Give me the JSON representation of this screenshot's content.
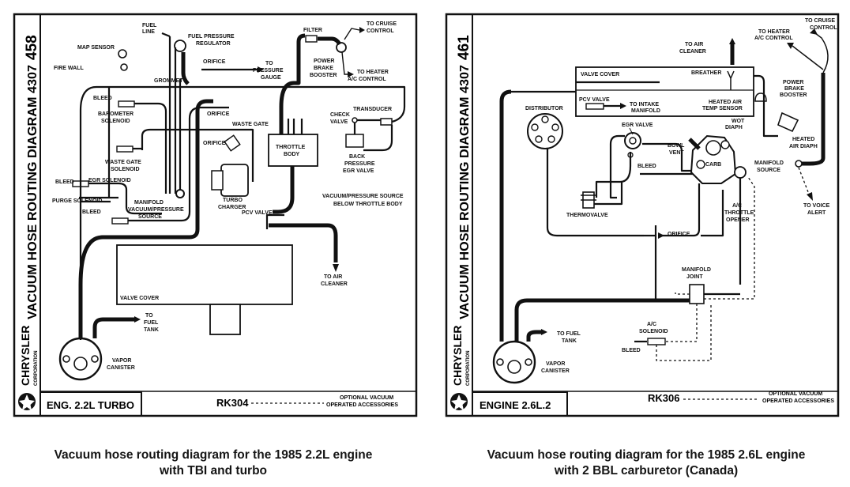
{
  "left": {
    "side_title": "VACUUM HOSE ROUTING DIAGRAM 4307",
    "diagram_number": "458",
    "brand": "CHRYSLER",
    "corporation": "CORPORATION",
    "engine": "ENG. 2.2L TURBO",
    "code": "RK304",
    "legend": [
      "OPTIONAL VACUUM",
      "OPERATED ACCESSORIES"
    ],
    "labels": {
      "map_sensor": "MAP SENSOR",
      "fire_wall": "FIRE WALL",
      "fuel_line_1": "FUEL",
      "fuel_line_2": "LINE",
      "fuel_reg_1": "FUEL PRESSURE",
      "fuel_reg_2": "REGULATOR",
      "filter": "FILTER",
      "to_cruise_1": "TO CRUISE",
      "to_cruise_2": "CONTROL",
      "orifice_top": "ORIFICE",
      "to_gauge_1": "TO",
      "to_gauge_2": "PRESSURE",
      "to_gauge_3": "GAUGE",
      "grommet": "GROMMET",
      "brake_1": "POWER",
      "brake_2": "BRAKE",
      "brake_3": "BOOSTER",
      "heater_1": "TO HEATER",
      "heater_2": "A/C CONTROL",
      "bleed_1": "BLEED",
      "baro_1": "BAROMETER",
      "baro_2": "SOLENOID",
      "orifice_mid": "ORIFICE",
      "check_1": "CHECK",
      "check_2": "VALVE",
      "transducer": "TRANSDUCER",
      "wastegate": "WASTE GATE",
      "orifice_low": "ORIFICE",
      "wg_sol_1": "WASTE GATE",
      "wg_sol_2": "SOLENOID",
      "throttle_1": "THROTTLE",
      "throttle_2": "BODY",
      "bleed_2": "BLEED",
      "egr_sol": "EGR SOLENOID",
      "purge": "PURGE SOLENOID",
      "bleed_3": "BLEED",
      "turbo_1": "TURBO",
      "turbo_2": "CHARGER",
      "backp_1": "BACK",
      "backp_2": "PRESSURE",
      "backp_3": "EGR VALVE",
      "mvs_1": "MANIFOLD",
      "mvs_2": "VACUUM/PRESSURE",
      "mvs_3": "SOURCE",
      "vps_1": "VACUUM/PRESSURE SOURCE",
      "vps_2": "BELOW THROTTLE BODY",
      "pcv": "PCV VALVE",
      "air_1": "TO AIR",
      "air_2": "CLEANER",
      "valve_cover": "VALVE COVER",
      "fuel_tank_1": "TO",
      "fuel_tank_2": "FUEL",
      "fuel_tank_3": "TANK",
      "vapor_1": "VAPOR",
      "vapor_2": "CANISTER"
    }
  },
  "right": {
    "side_title": "VACUUM HOSE ROUTING DIAGRAM 4307",
    "diagram_number": "461",
    "brand": "CHRYSLER",
    "corporation": "CORPORATION",
    "engine": "ENGINE 2.6L.2",
    "code": "RK306",
    "legend": [
      "OPTIONAL VACUUM",
      "OPERATED ACCESSORIES"
    ],
    "labels": {
      "air_1": "TO AIR",
      "air_2": "CLEANER",
      "heater_1": "TO HEATER",
      "heater_2": "A/C CONTROL",
      "cruise_1": "TO CRUISE",
      "cruise_2": "CONTROL",
      "valve_cover": "VALVE COVER",
      "breather": "BREATHER",
      "brake_1": "POWER",
      "brake_2": "BRAKE",
      "brake_3": "BOOSTER",
      "distributor": "DISTRIBUTOR",
      "pcv": "PCV VALVE",
      "intake_1": "TO INTAKE",
      "intake_2": "MANIFOLD",
      "heated_1": "HEATED AIR",
      "heated_2": "TEMP SENSOR",
      "wot_1": "WOT",
      "wot_2": "DIAPH",
      "egr": "EGR VALVE",
      "bowl_1": "BOWL",
      "bowl_2": "VENT",
      "carb": "CARB",
      "bleed_1": "BLEED",
      "hdiaph_1": "HEATED",
      "hdiaph_2": "AIR DIAPH",
      "msource_1": "MANIFOLD",
      "msource_2": "SOURCE",
      "thermo": "THERMOVALVE",
      "ac_1": "A/C",
      "ac_2": "THROTTLE",
      "ac_3": "OPENER",
      "voice_1": "TO VOICE",
      "voice_2": "ALERT",
      "orifice": "ORIFICE",
      "mjoint_1": "MANIFOLD",
      "mjoint_2": "JOINT",
      "fuel_1": "TO FUEL",
      "fuel_2": "TANK",
      "acsol_1": "A/C",
      "acsol_2": "SOLENOID",
      "bleed_2": "BLEED",
      "vapor_1": "VAPOR",
      "vapor_2": "CANISTER"
    }
  },
  "captions": {
    "left": [
      "Vacuum hose routing diagram for the 1985 2.2L engine",
      "with TBI and turbo"
    ],
    "right": [
      "Vacuum hose routing diagram for the 1985 2.6L engine",
      "with 2 BBL carburetor (Canada)"
    ]
  }
}
